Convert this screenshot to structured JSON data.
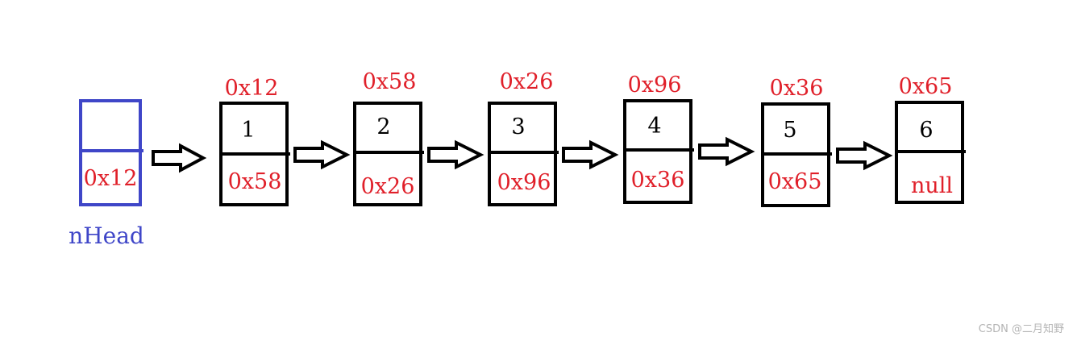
{
  "head_node": {
    "label": "nHead",
    "pointer": "0x12",
    "color": "#3f46c8"
  },
  "nodes": [
    {
      "address": "0x12",
      "value": "1",
      "next": "0x58"
    },
    {
      "address": "0x58",
      "value": "2",
      "next": "0x26"
    },
    {
      "address": "0x26",
      "value": "3",
      "next": "0x96"
    },
    {
      "address": "0x96",
      "value": "4",
      "next": "0x36"
    },
    {
      "address": "0x36",
      "value": "5",
      "next": "0x65"
    },
    {
      "address": "0x65",
      "value": "6",
      "next": "null"
    }
  ],
  "colors": {
    "address_text": "#e0202a",
    "node_border": "#000000",
    "value_text": "#000000"
  },
  "watermark": "CSDN @二月知野"
}
